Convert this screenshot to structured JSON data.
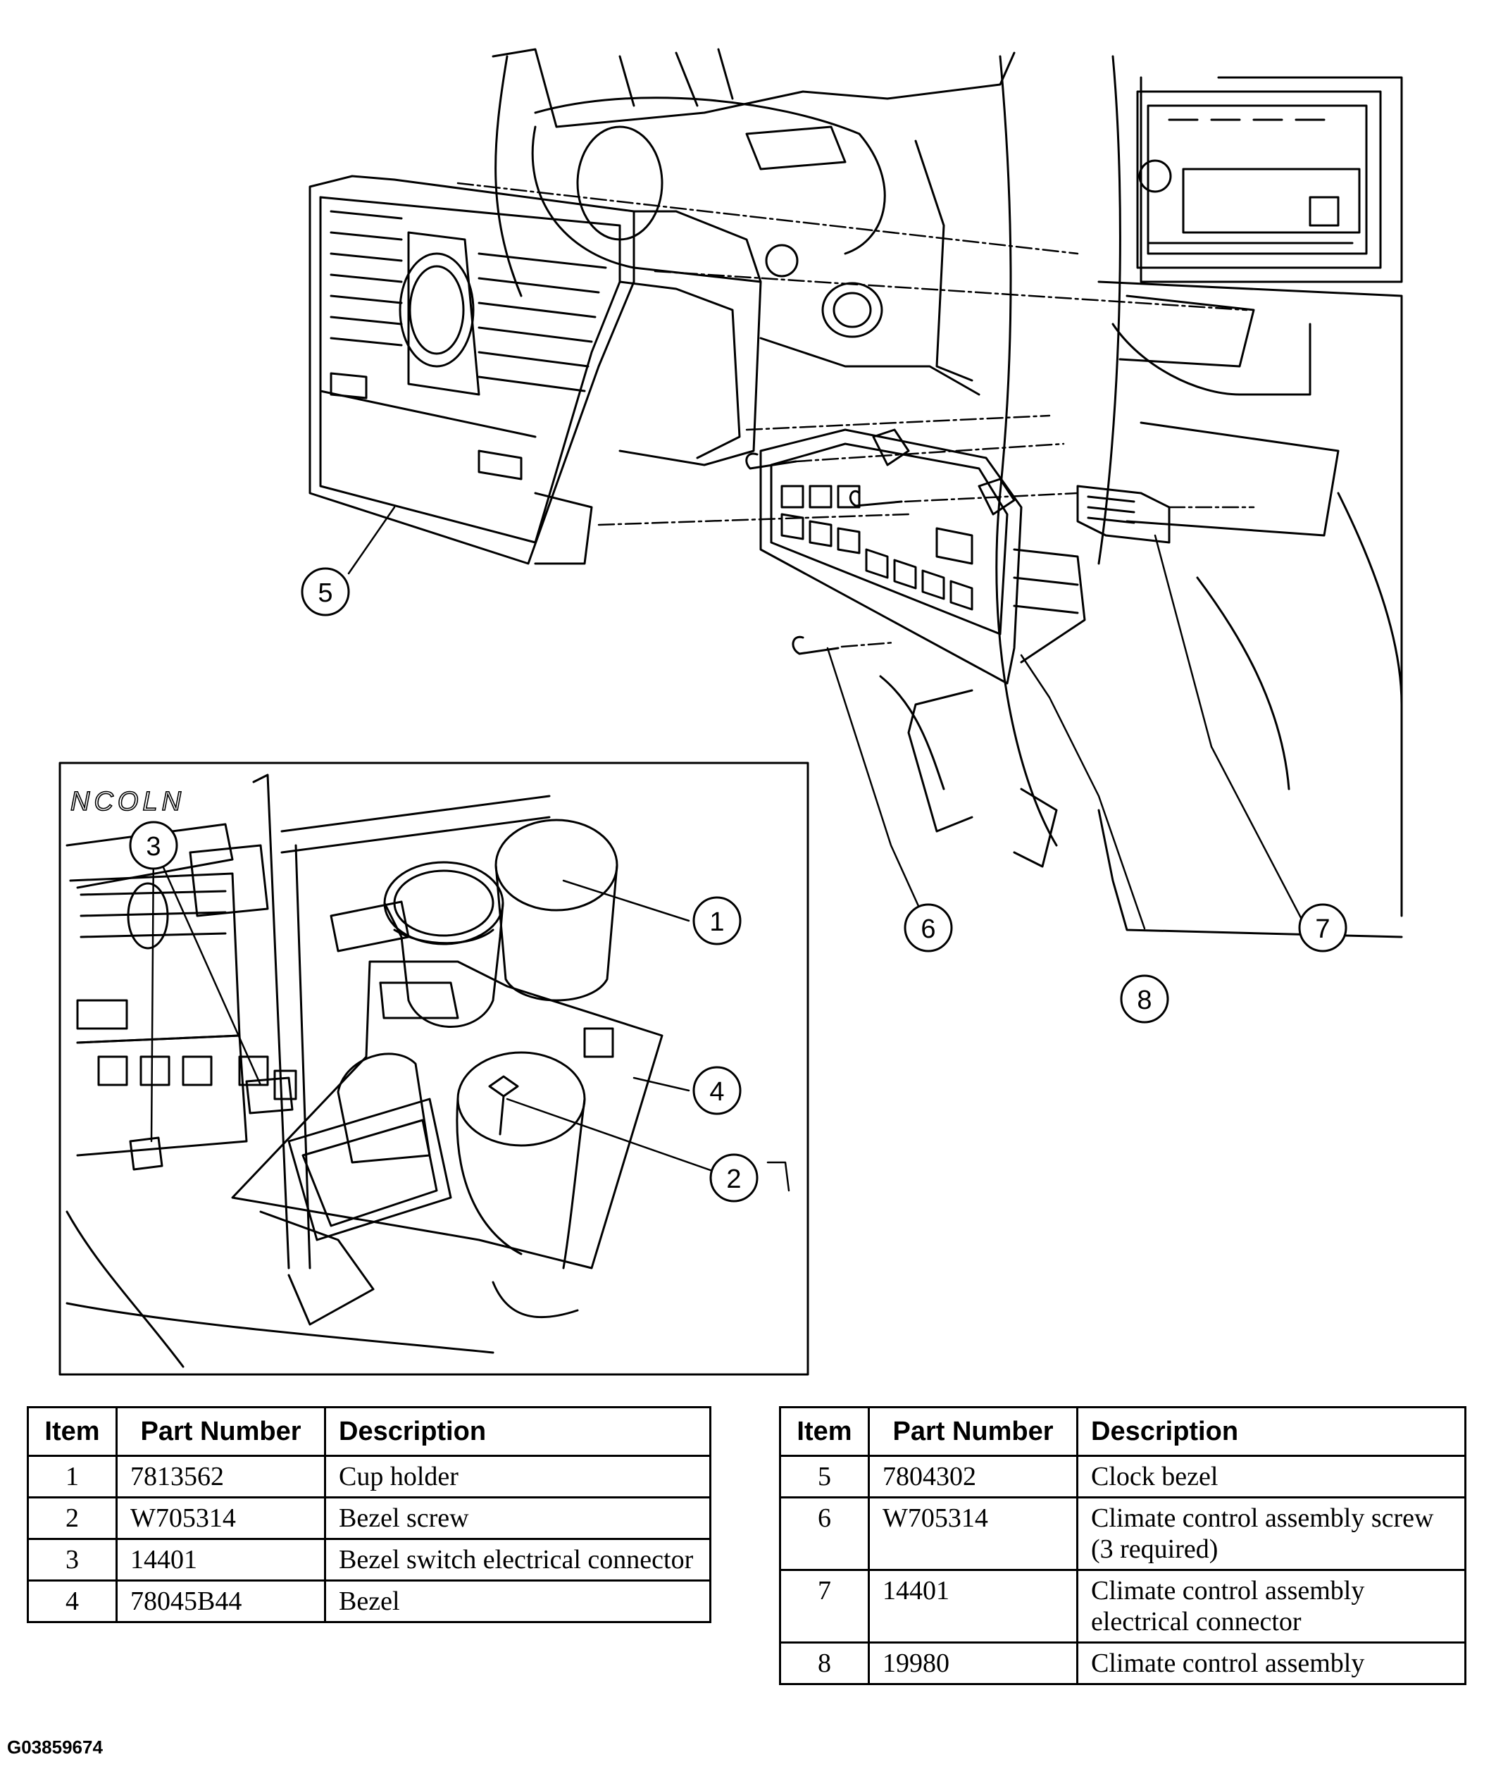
{
  "diagram": {
    "inset_caption": "NCOLN",
    "callouts": [
      "1",
      "2",
      "3",
      "4",
      "5",
      "6",
      "7",
      "8"
    ]
  },
  "tables": [
    {
      "headers": [
        "Item",
        "Part Number",
        "Description"
      ],
      "rows": [
        {
          "item": "1",
          "part": "7813562",
          "desc": "Cup holder"
        },
        {
          "item": "2",
          "part": "W705314",
          "desc": "Bezel screw"
        },
        {
          "item": "3",
          "part": "14401",
          "desc": "Bezel switch electrical connector"
        },
        {
          "item": "4",
          "part": "78045B44",
          "desc": "Bezel"
        }
      ]
    },
    {
      "headers": [
        "Item",
        "Part Number",
        "Description"
      ],
      "rows": [
        {
          "item": "5",
          "part": "7804302",
          "desc": "Clock bezel"
        },
        {
          "item": "6",
          "part": "W705314",
          "desc": "Climate control assembly screw (3 required)"
        },
        {
          "item": "7",
          "part": "14401",
          "desc": "Climate control assembly electrical connector"
        },
        {
          "item": "8",
          "part": "19980",
          "desc": "Climate control assembly"
        }
      ]
    }
  ],
  "figure_id": "G03859674"
}
